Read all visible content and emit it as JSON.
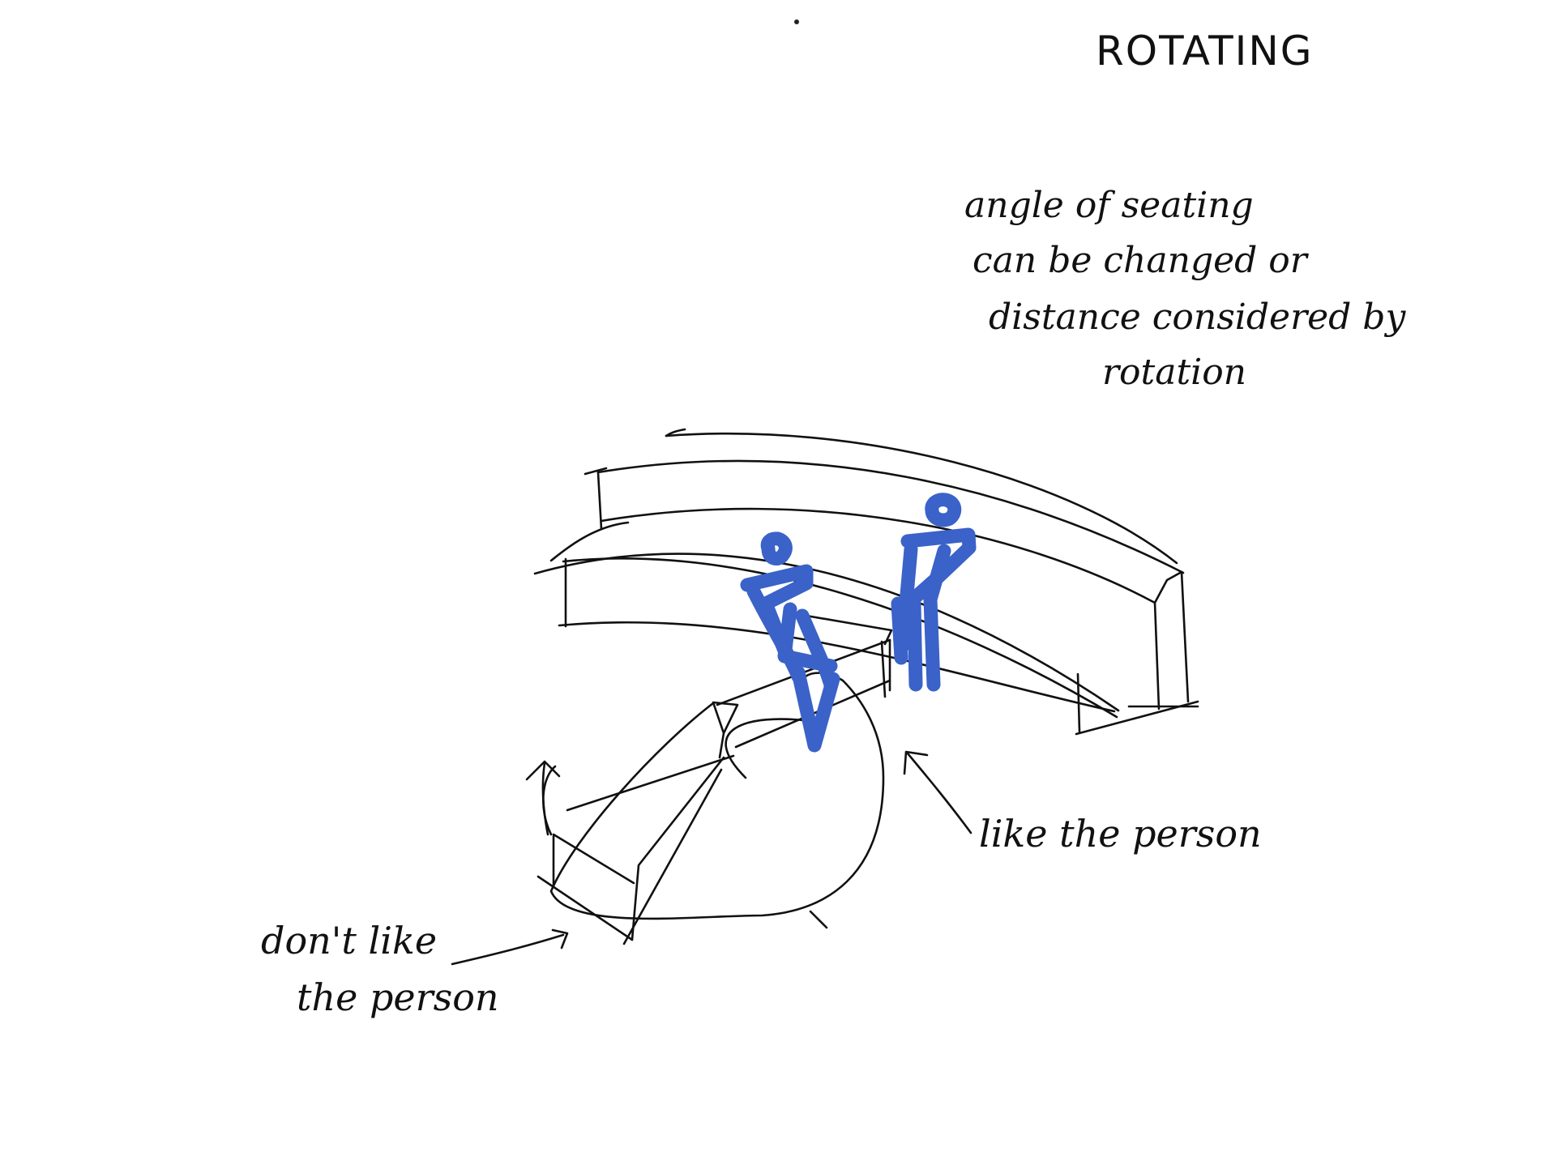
{
  "title": "ROTATING",
  "notes": {
    "line1": "angle of seating",
    "line2": "can be changed or",
    "line3": "distance considered by",
    "line4": "rotation"
  },
  "labels": {
    "dislike_line1": "don't like",
    "dislike_line2": "the person",
    "like": "like the person"
  },
  "colors": {
    "ink": "#111111",
    "figure_blue": "#3a62c8",
    "paper": "#ffffff"
  }
}
